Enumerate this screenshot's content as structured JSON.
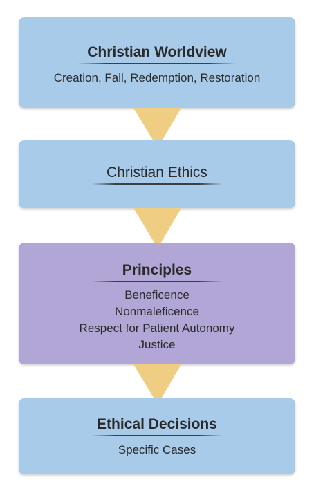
{
  "colors": {
    "blue_box": "#a9cbea",
    "purple_box": "#b1a6d5",
    "arrow": "#efce84",
    "text": "#2a2a2a"
  },
  "boxes": [
    {
      "title": "Christian Worldview",
      "lines": [
        "Creation, Fall, Redemption, Restoration"
      ]
    },
    {
      "title": "Christian Ethics",
      "lines": []
    },
    {
      "title": "Principles",
      "lines": [
        "Beneficence",
        "Nonmaleficence",
        "Respect for Patient Autonomy",
        "Justice"
      ]
    },
    {
      "title": "Ethical Decisions",
      "lines": [
        "Specific Cases"
      ]
    }
  ],
  "arrow_icon": "down-triangle-icon"
}
